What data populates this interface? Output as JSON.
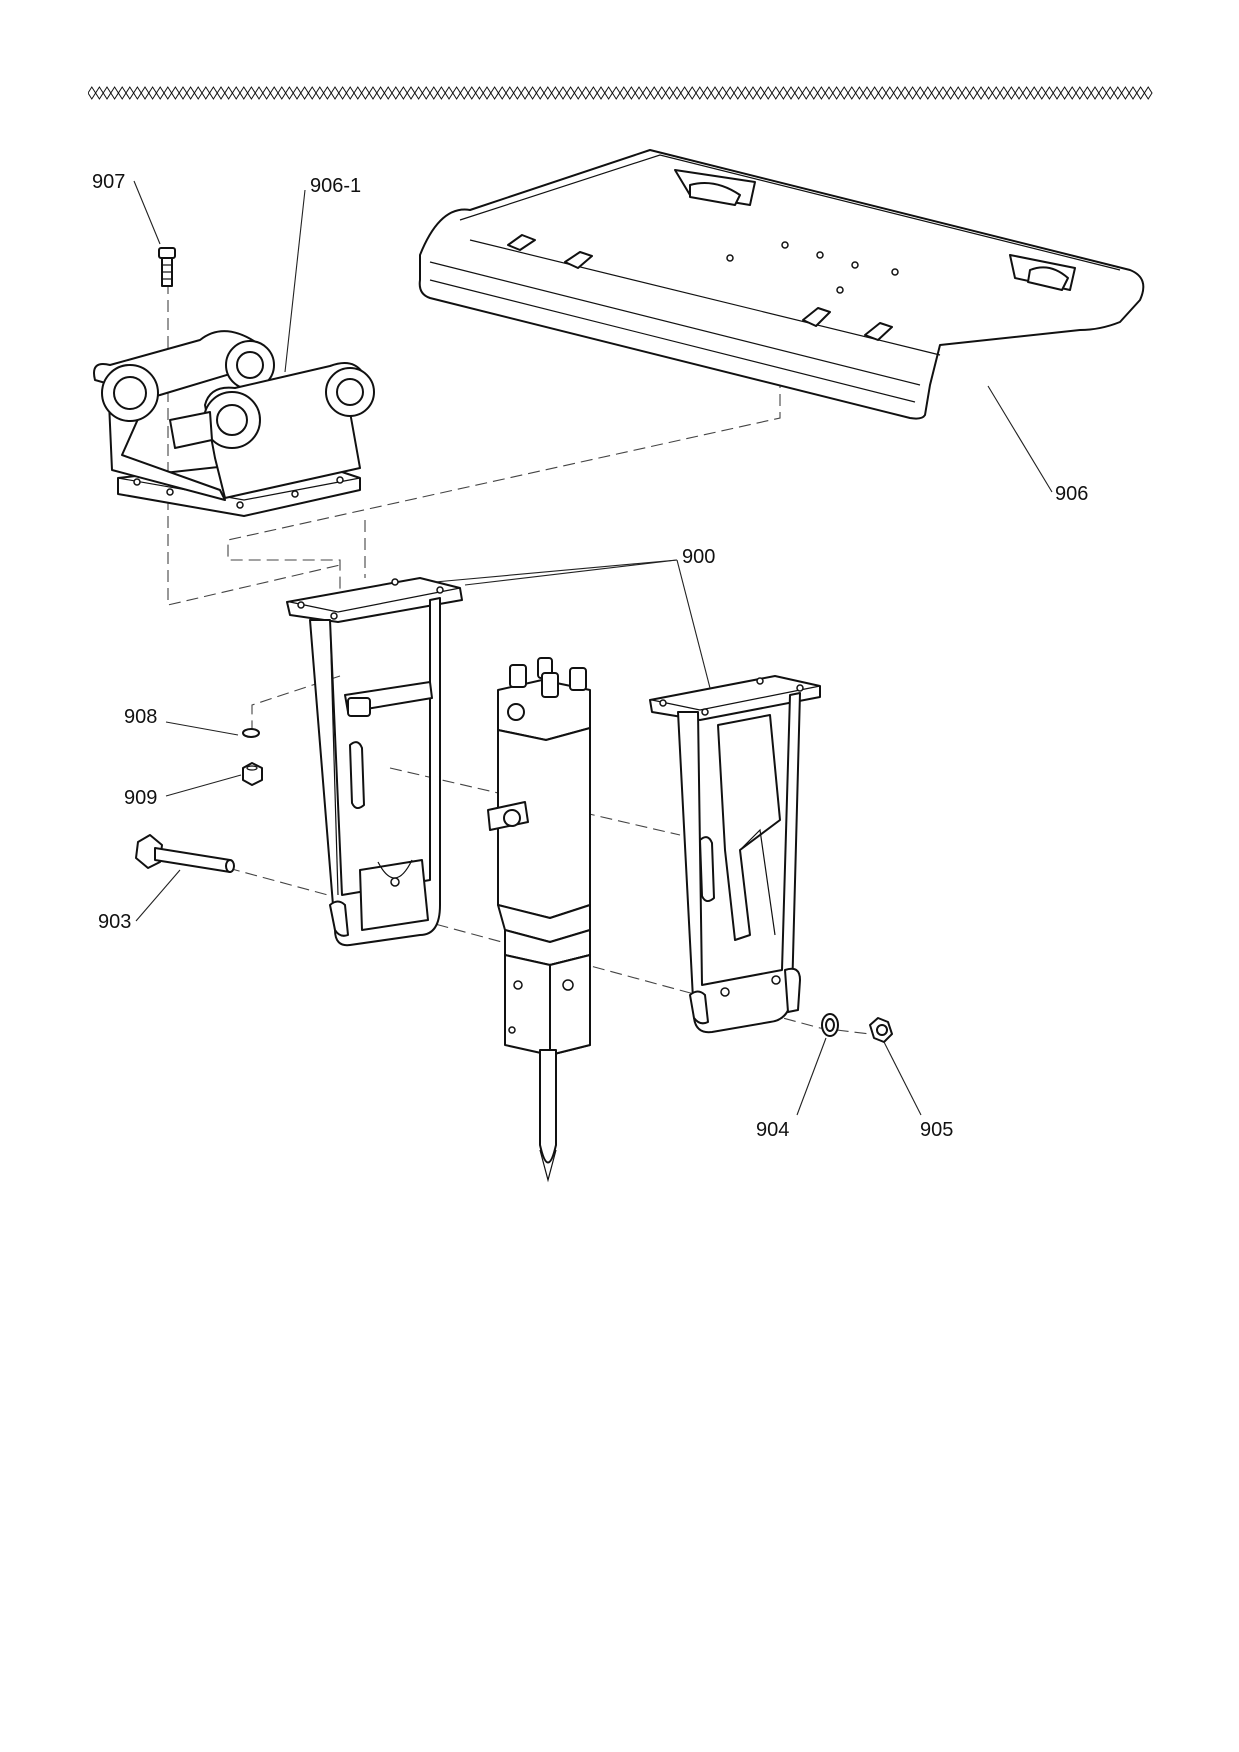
{
  "header": {
    "rule_style": "diamond-chain"
  },
  "callouts": {
    "c907": "907",
    "c906_1": "906-1",
    "c906": "906",
    "c900": "900",
    "c908": "908",
    "c909": "909",
    "c903": "903",
    "c904": "904",
    "c905": "905"
  },
  "colors": {
    "line": "#111111",
    "background": "#ffffff"
  }
}
